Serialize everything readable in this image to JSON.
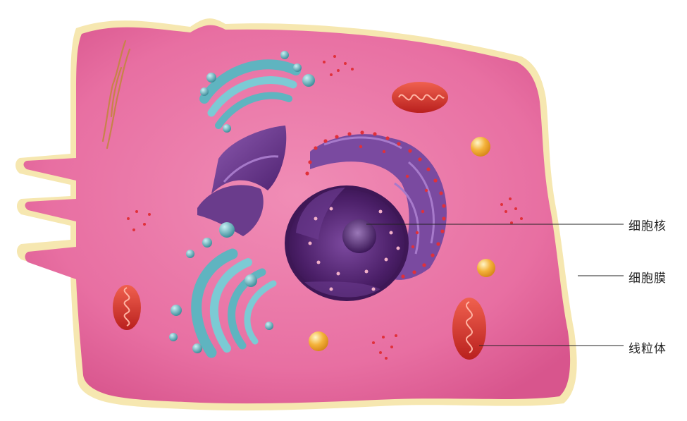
{
  "labels": {
    "nucleus": "细胞核",
    "membrane": "细胞膜",
    "mitochondrion": "线粒体"
  },
  "colors": {
    "cytoplasm": "#e86fa2",
    "membrane_rim": "#f6e7b0",
    "nucleus": "#5a2a78",
    "golgi": "#5fb4c0",
    "er": "#6a3c8c",
    "mitochondria": "#d8312e",
    "vesicle": "#f2b23a",
    "ribosome": "#e0303a"
  }
}
